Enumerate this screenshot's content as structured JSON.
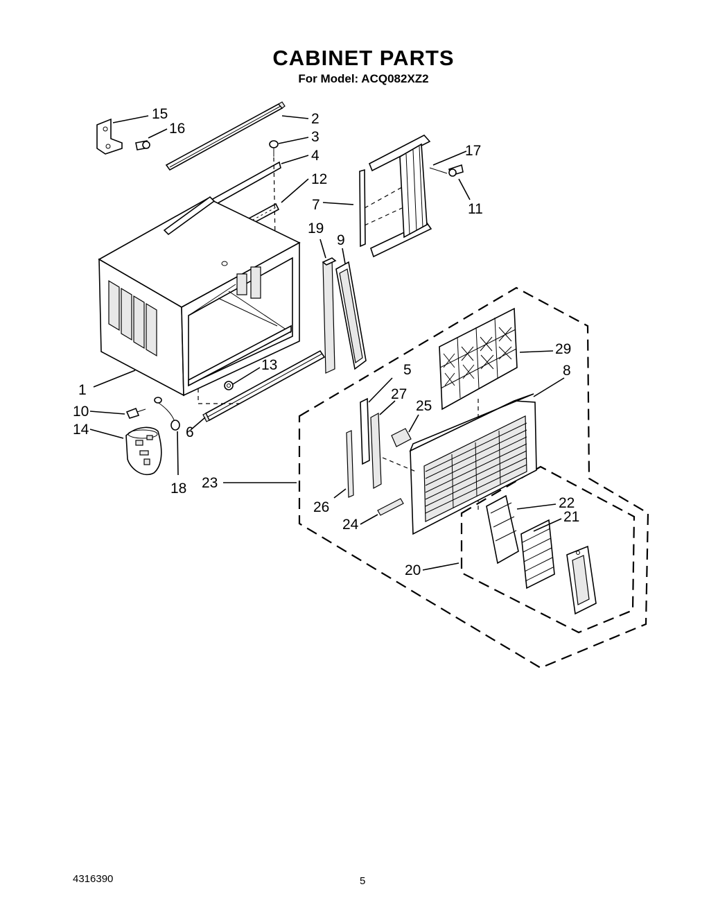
{
  "header": {
    "title": "CABINET PARTS",
    "subtitle": "For Model: ACQ082XZ2"
  },
  "footer": {
    "doc_number": "4316390",
    "page_number": "5"
  },
  "callouts": {
    "c1": "1",
    "c2": "2",
    "c3": "3",
    "c4": "4",
    "c5": "5",
    "c6": "6",
    "c7": "7",
    "c8": "8",
    "c9": "9",
    "c10": "10",
    "c11": "11",
    "c12": "12",
    "c13": "13",
    "c14": "14",
    "c15": "15",
    "c16": "16",
    "c17": "17",
    "c18": "18",
    "c19": "19",
    "c20": "20",
    "c21": "21",
    "c22": "22",
    "c23": "23",
    "c24": "24",
    "c25": "25",
    "c26": "26",
    "c27": "27",
    "c29": "29"
  }
}
